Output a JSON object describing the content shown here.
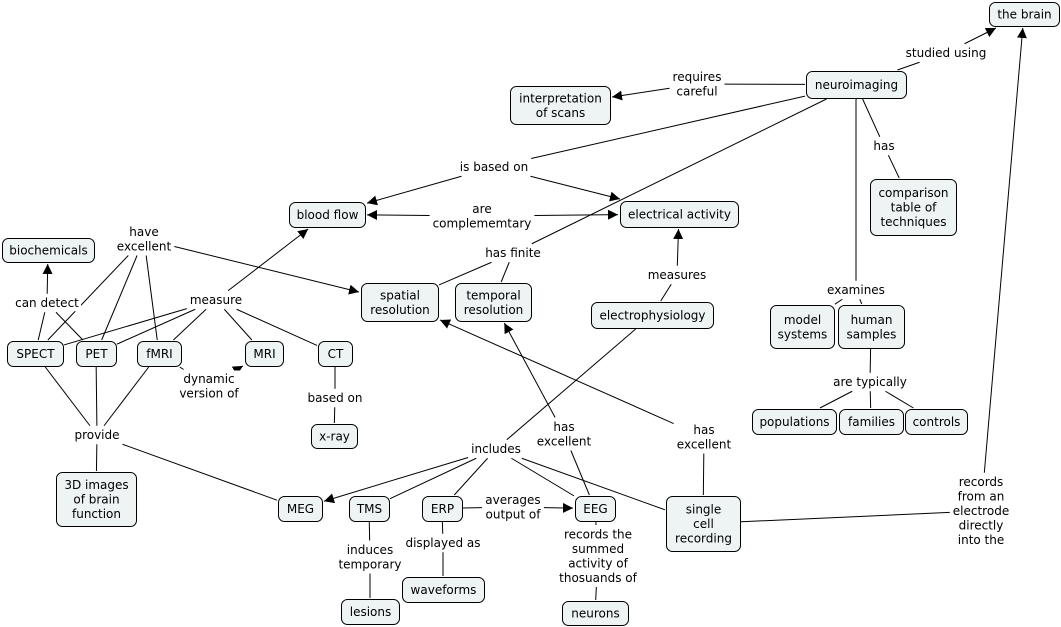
{
  "nodes": {
    "brain": {
      "label": [
        "the brain"
      ],
      "interactable": true
    },
    "neuroimaging": {
      "label": [
        "neuroimaging"
      ],
      "interactable": true
    },
    "interpretation": {
      "label": [
        "interpretation",
        "of scans"
      ],
      "interactable": true
    },
    "comparison": {
      "label": [
        "comparison",
        "table of",
        "techniques"
      ],
      "interactable": true
    },
    "blood_flow": {
      "label": [
        "blood flow"
      ],
      "interactable": true
    },
    "electrical": {
      "label": [
        "electrical activity"
      ],
      "interactable": true
    },
    "biochemicals": {
      "label": [
        "biochemicals"
      ],
      "interactable": true
    },
    "spatial": {
      "label": [
        "spatial",
        "resolution"
      ],
      "interactable": true
    },
    "temporal": {
      "label": [
        "temporal",
        "resolution"
      ],
      "interactable": true
    },
    "electrophysiology": {
      "label": [
        "electrophysiology"
      ],
      "interactable": true
    },
    "model_systems": {
      "label": [
        "model",
        "systems"
      ],
      "interactable": true
    },
    "human_samples": {
      "label": [
        "human",
        "samples"
      ],
      "interactable": true
    },
    "spect": {
      "label": [
        "SPECT"
      ],
      "interactable": true
    },
    "pet": {
      "label": [
        "PET"
      ],
      "interactable": true
    },
    "fmri": {
      "label": [
        "fMRI"
      ],
      "interactable": true
    },
    "mri": {
      "label": [
        "MRI"
      ],
      "interactable": true
    },
    "ct": {
      "label": [
        "CT"
      ],
      "interactable": true
    },
    "xray": {
      "label": [
        "x-ray"
      ],
      "interactable": true
    },
    "populations": {
      "label": [
        "populations"
      ],
      "interactable": true
    },
    "families": {
      "label": [
        "families"
      ],
      "interactable": true
    },
    "controls": {
      "label": [
        "controls"
      ],
      "interactable": true
    },
    "images3d": {
      "label": [
        "3D images",
        "of brain",
        "function"
      ],
      "interactable": true
    },
    "meg": {
      "label": [
        "MEG"
      ],
      "interactable": true
    },
    "tms": {
      "label": [
        "TMS"
      ],
      "interactable": true
    },
    "erp": {
      "label": [
        "ERP"
      ],
      "interactable": true
    },
    "eeg": {
      "label": [
        "EEG"
      ],
      "interactable": true
    },
    "single_cell": {
      "label": [
        "single",
        "cell",
        "recording"
      ],
      "interactable": true
    },
    "lesions": {
      "label": [
        "lesions"
      ],
      "interactable": true
    },
    "waveforms": {
      "label": [
        "waveforms"
      ],
      "interactable": true
    },
    "neurons": {
      "label": [
        "neurons"
      ],
      "interactable": true
    }
  },
  "linking_phrases": {
    "studied_using": [
      "studied using"
    ],
    "requires_careful": [
      "requires",
      "careful"
    ],
    "has_comparison": [
      "has"
    ],
    "is_based_on": [
      "is based on"
    ],
    "are_complementary": [
      "are",
      "complememtary"
    ],
    "have_excellent": [
      "have",
      "excellent"
    ],
    "has_finite": [
      "has finite"
    ],
    "measures": [
      "measures"
    ],
    "examines": [
      "examines"
    ],
    "can_detect": [
      "can detect"
    ],
    "measure": [
      "measure"
    ],
    "dynamic_version_of": [
      "dynamic",
      "version of"
    ],
    "based_on": [
      "based on"
    ],
    "are_typically": [
      "are typically"
    ],
    "provide": [
      "provide"
    ],
    "includes": [
      "includes"
    ],
    "has_excellent_eeg": [
      "has",
      "excellent"
    ],
    "has_excellent_single": [
      "has",
      "excellent"
    ],
    "records_from": [
      "records",
      "from an",
      "electrode",
      "directly",
      "into the"
    ],
    "averages_output_of": [
      "averages",
      "output of"
    ],
    "induces_temporary": [
      "induces",
      "temporary"
    ],
    "displayed_as": [
      "displayed as"
    ],
    "records_summed": [
      "records the",
      "summed",
      "activity of",
      "thosuands of"
    ]
  }
}
